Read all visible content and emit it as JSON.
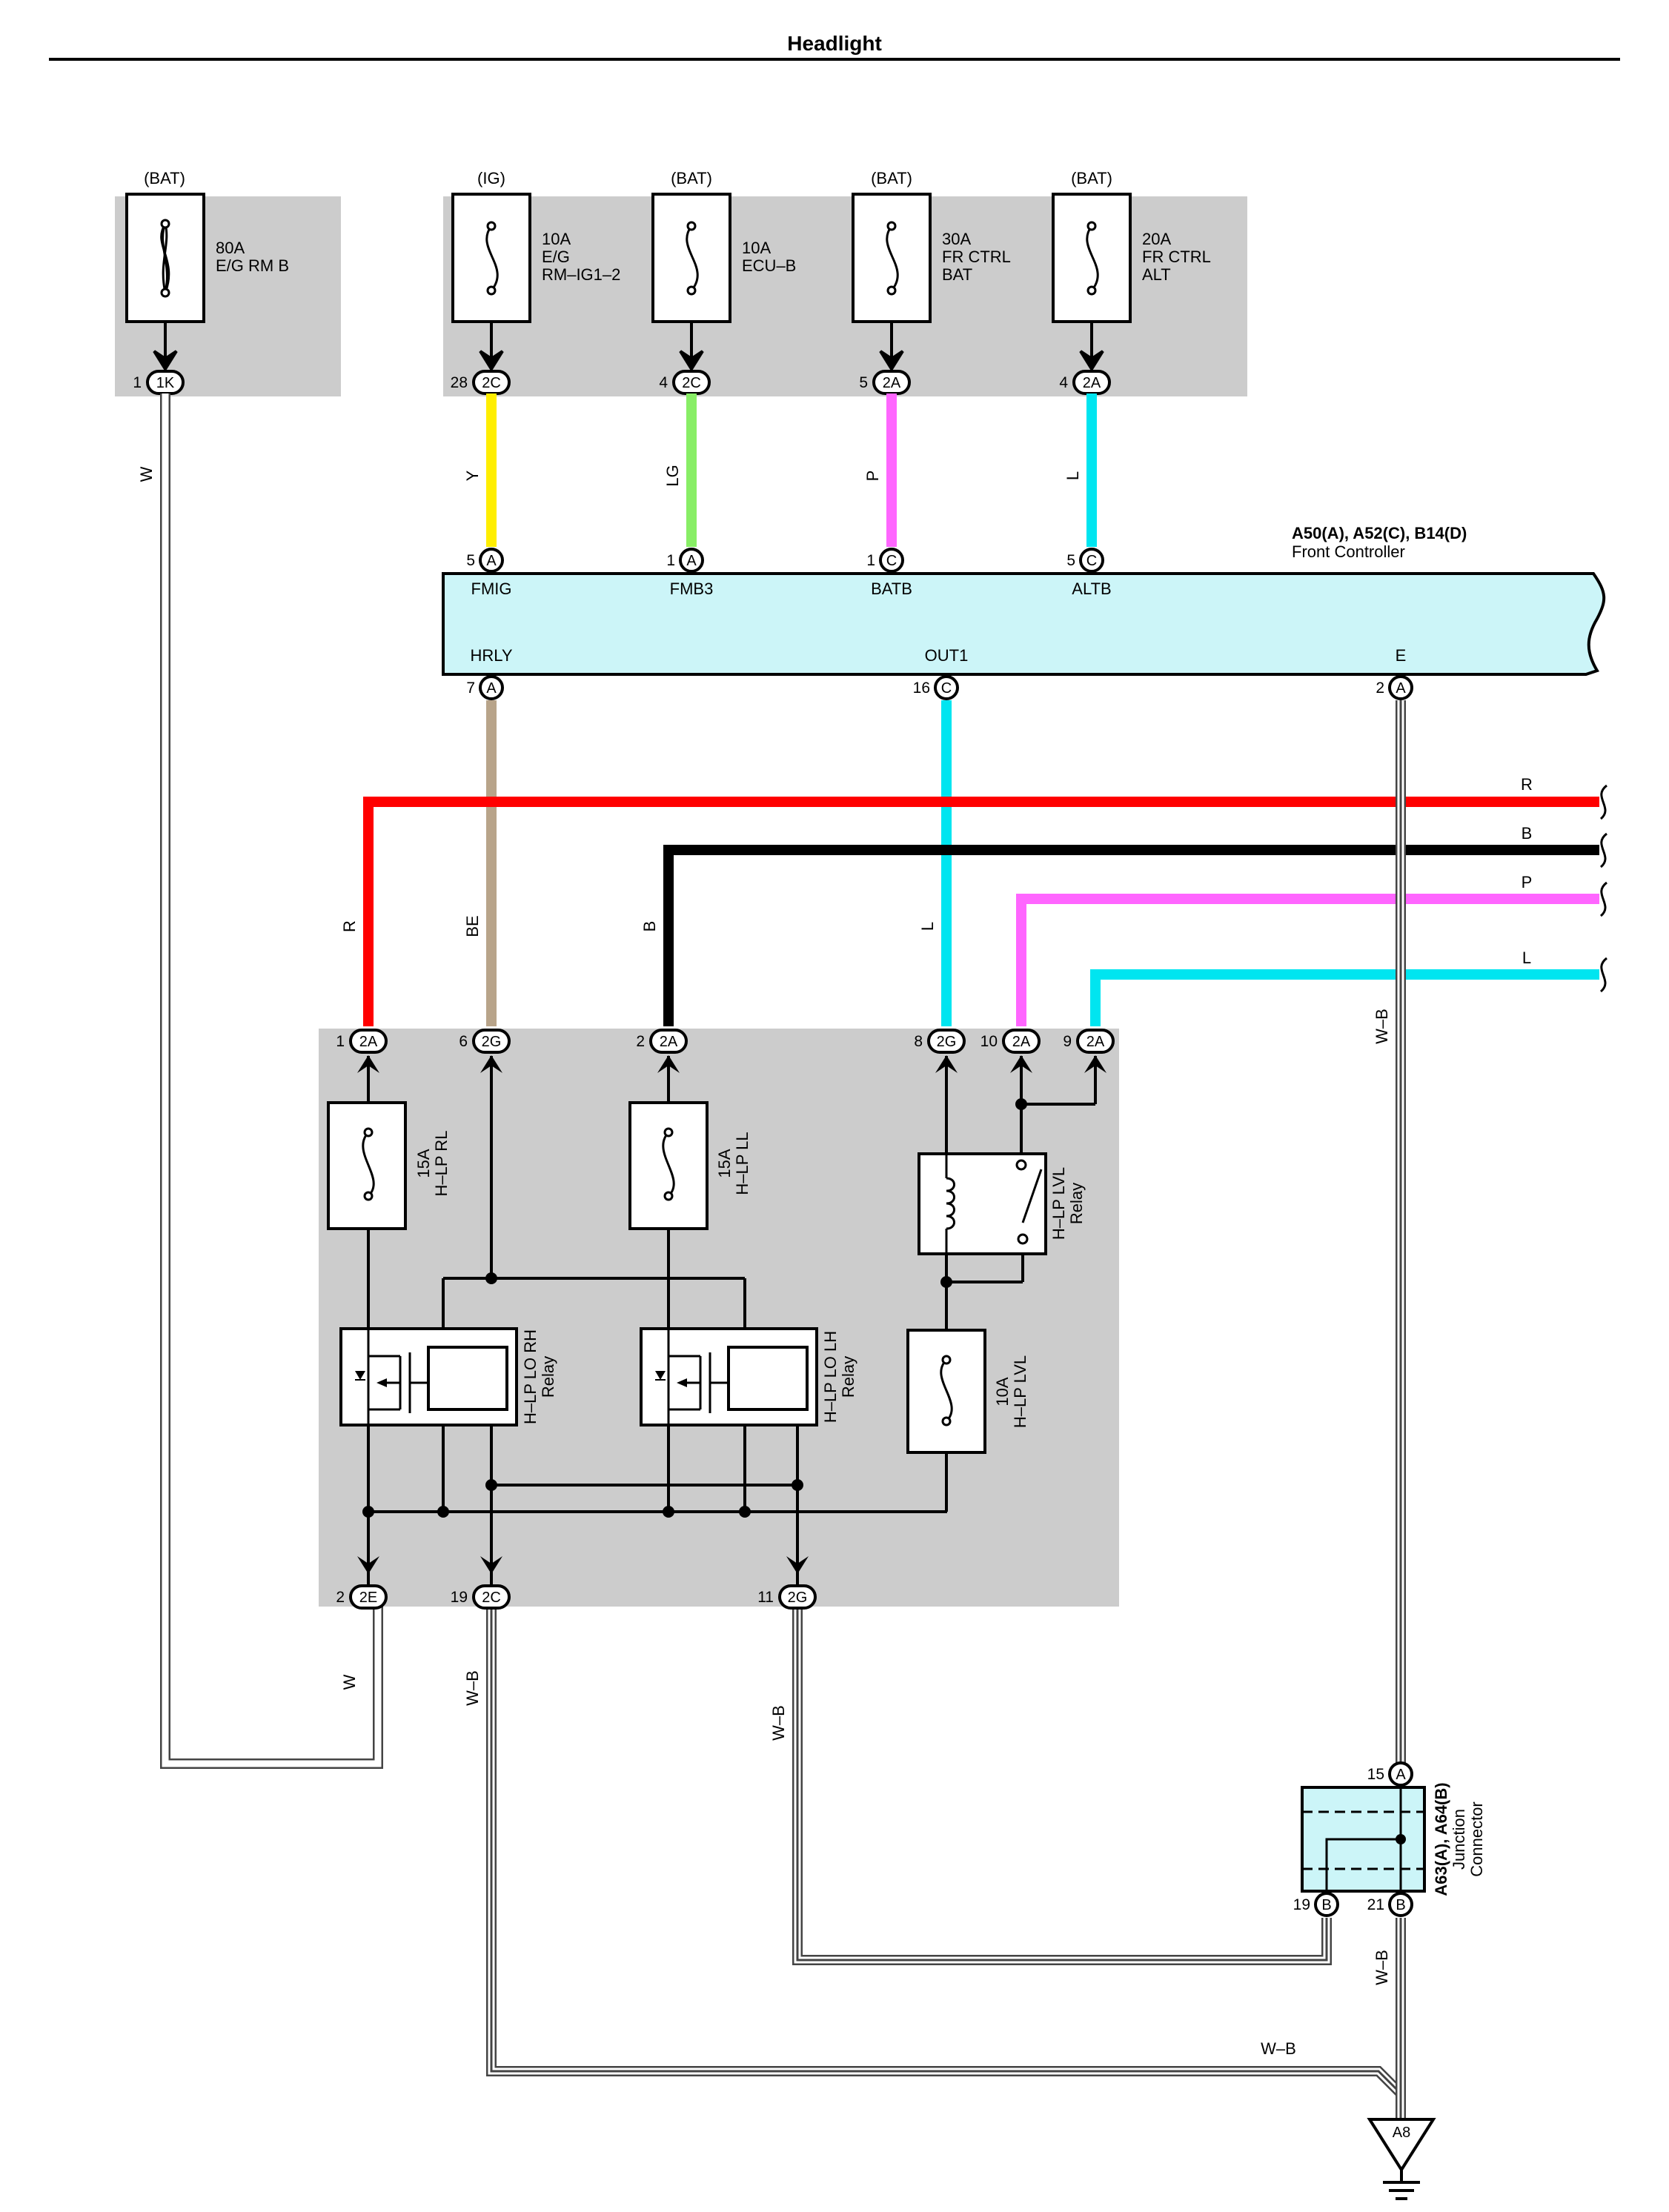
{
  "title": "Headlight",
  "colors": {
    "R": "#ff0000",
    "B": "#000000",
    "P": "#ff66ff",
    "L": "#00e5f0",
    "Y": "#ffee00",
    "LG": "#88ee66",
    "BE": "#b8a48a",
    "shade": "#cccccc",
    "controller": "#ccf5f8"
  },
  "fuses": [
    {
      "supply": "(BAT)",
      "line1": "80A",
      "line2": "E/G RM B",
      "line3": "",
      "pin": "1",
      "conn": "1K"
    },
    {
      "supply": "(IG)",
      "line1": "10A",
      "line2": "E/G",
      "line3": "RM–IG1–2",
      "pin": "28",
      "conn": "2C"
    },
    {
      "supply": "(BAT)",
      "line1": "10A",
      "line2": "ECU–B",
      "line3": "",
      "pin": "4",
      "conn": "2C"
    },
    {
      "supply": "(BAT)",
      "line1": "30A",
      "line2": "FR CTRL",
      "line3": "BAT",
      "pin": "5",
      "conn": "2A"
    },
    {
      "supply": "(BAT)",
      "line1": "20A",
      "line2": "FR CTRL",
      "line3": "ALT",
      "pin": "4",
      "conn": "2A"
    }
  ],
  "controller": {
    "id": "A50(A), A52(C), B14(D)",
    "name": "Front Controller",
    "top_terms": [
      {
        "pin": "5",
        "conn": "A",
        "label": "FMIG"
      },
      {
        "pin": "1",
        "conn": "A",
        "label": "FMB3"
      },
      {
        "pin": "1",
        "conn": "C",
        "label": "BATB"
      },
      {
        "pin": "5",
        "conn": "C",
        "label": "ALTB"
      }
    ],
    "bottom_terms": [
      {
        "pin": "7",
        "conn": "A",
        "label": "HRLY"
      },
      {
        "pin": "16",
        "conn": "C",
        "label": "OUT1"
      },
      {
        "pin": "2",
        "conn": "A",
        "label": "E"
      }
    ]
  },
  "wire_labels": {
    "w_1k": "W",
    "y": "Y",
    "lg": "LG",
    "p_top": "P",
    "l_top": "L",
    "r_right": "R",
    "b_right": "B",
    "p_right": "P",
    "l_right": "L",
    "r_left": "R",
    "be": "BE",
    "b_left": "B",
    "l_mid": "L",
    "wb_gnd": "W–B",
    "w_bottom": "W",
    "wb_19": "W–B",
    "wb_11": "W–B",
    "wb_jc": "W–B",
    "wb_bottom": "W–B"
  },
  "relay_block_top": [
    {
      "pin": "1",
      "conn": "2A"
    },
    {
      "pin": "6",
      "conn": "2G"
    },
    {
      "pin": "2",
      "conn": "2A"
    },
    {
      "pin": "8",
      "conn": "2G"
    },
    {
      "pin": "10",
      "conn": "2A"
    },
    {
      "pin": "9",
      "conn": "2A"
    }
  ],
  "relay_block_bottom": [
    {
      "pin": "2",
      "conn": "2E"
    },
    {
      "pin": "19",
      "conn": "2C"
    },
    {
      "pin": "11",
      "conn": "2G"
    }
  ],
  "components": {
    "fuse_rl": {
      "line1": "15A",
      "line2": "H–LP RL"
    },
    "fuse_ll": {
      "line1": "15A",
      "line2": "H–LP LL"
    },
    "relay_lvl": {
      "line1": "H–LP LVL",
      "line2": "Relay"
    },
    "relay_rh": {
      "line1": "H–LP LO RH",
      "line2": "Relay"
    },
    "relay_lh": {
      "line1": "H–LP LO LH",
      "line2": "Relay"
    },
    "fuse_lvl": {
      "line1": "10A",
      "line2": "H–LP LVL"
    }
  },
  "junction": {
    "id": "A63(A), A64(B)",
    "line2": "Junction",
    "line3": "Connector",
    "top": {
      "pin": "15",
      "conn": "A"
    },
    "bottom": [
      {
        "pin": "19",
        "conn": "B"
      },
      {
        "pin": "21",
        "conn": "B"
      }
    ]
  },
  "ground": {
    "id": "A8"
  }
}
